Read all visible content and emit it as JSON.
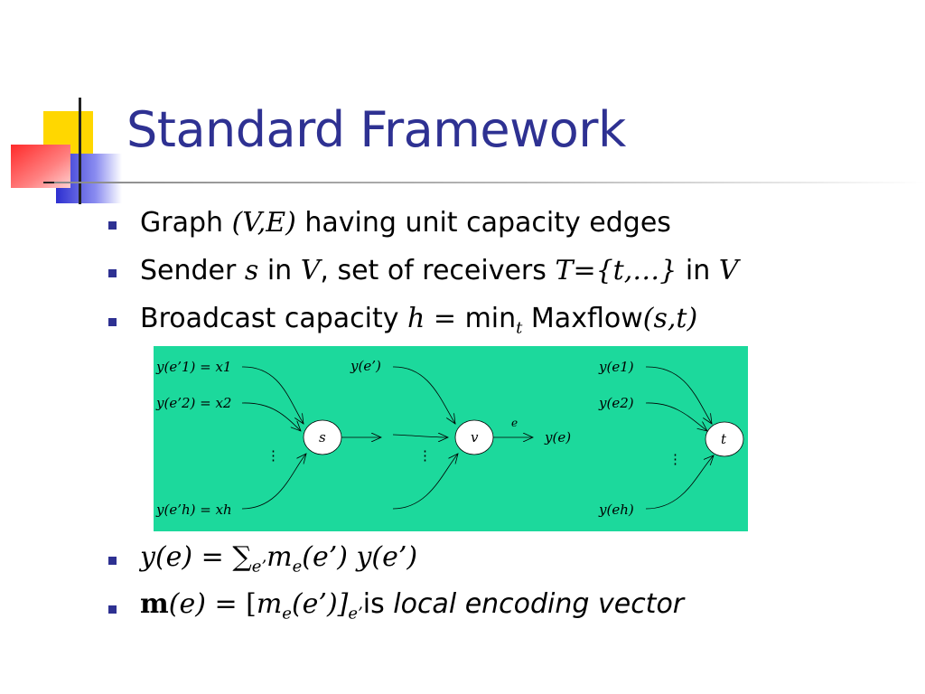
{
  "slide": {
    "title": "Standard Framework",
    "bullets": [
      {
        "parts": [
          "Graph ",
          "(V,E)",
          " having unit capacity edges"
        ]
      },
      {
        "parts": [
          "Sender ",
          "s",
          " in ",
          "V",
          ", set of receivers ",
          "T={t,…}",
          " in ",
          "V"
        ]
      },
      {
        "parts": [
          "Broadcast capacity ",
          "h",
          " = ",
          "min",
          "t",
          " Maxflow",
          "(s,t)"
        ]
      },
      {
        "parts": [
          "y(e)",
          " = ",
          "∑",
          "e’",
          "m",
          "e",
          "(e’) y(e’)"
        ]
      },
      {
        "parts": [
          "m",
          "(e)",
          " = [",
          "m",
          "e",
          "(e’)]",
          "e’",
          "is ",
          "local encoding vector"
        ]
      }
    ]
  },
  "diagram": {
    "background": "#1cd99c",
    "nodes": {
      "s": "s",
      "v": "v",
      "t": "t"
    },
    "labels": {
      "s_in_1": "y(e’1) = x1",
      "s_in_2": "y(e’2) = x2",
      "s_in_h": "y(e’h) = xh",
      "v_in": "y(e’)",
      "edge_e": "e",
      "v_out": "y(e)",
      "t_in_1": "y(e1)",
      "t_in_2": "y(e2)",
      "t_in_h": "y(eh)",
      "dots": "⋮"
    }
  },
  "colors": {
    "title": "#2e3192",
    "bullet": "#2e3192",
    "diagram_bg": "#1cd99c"
  }
}
